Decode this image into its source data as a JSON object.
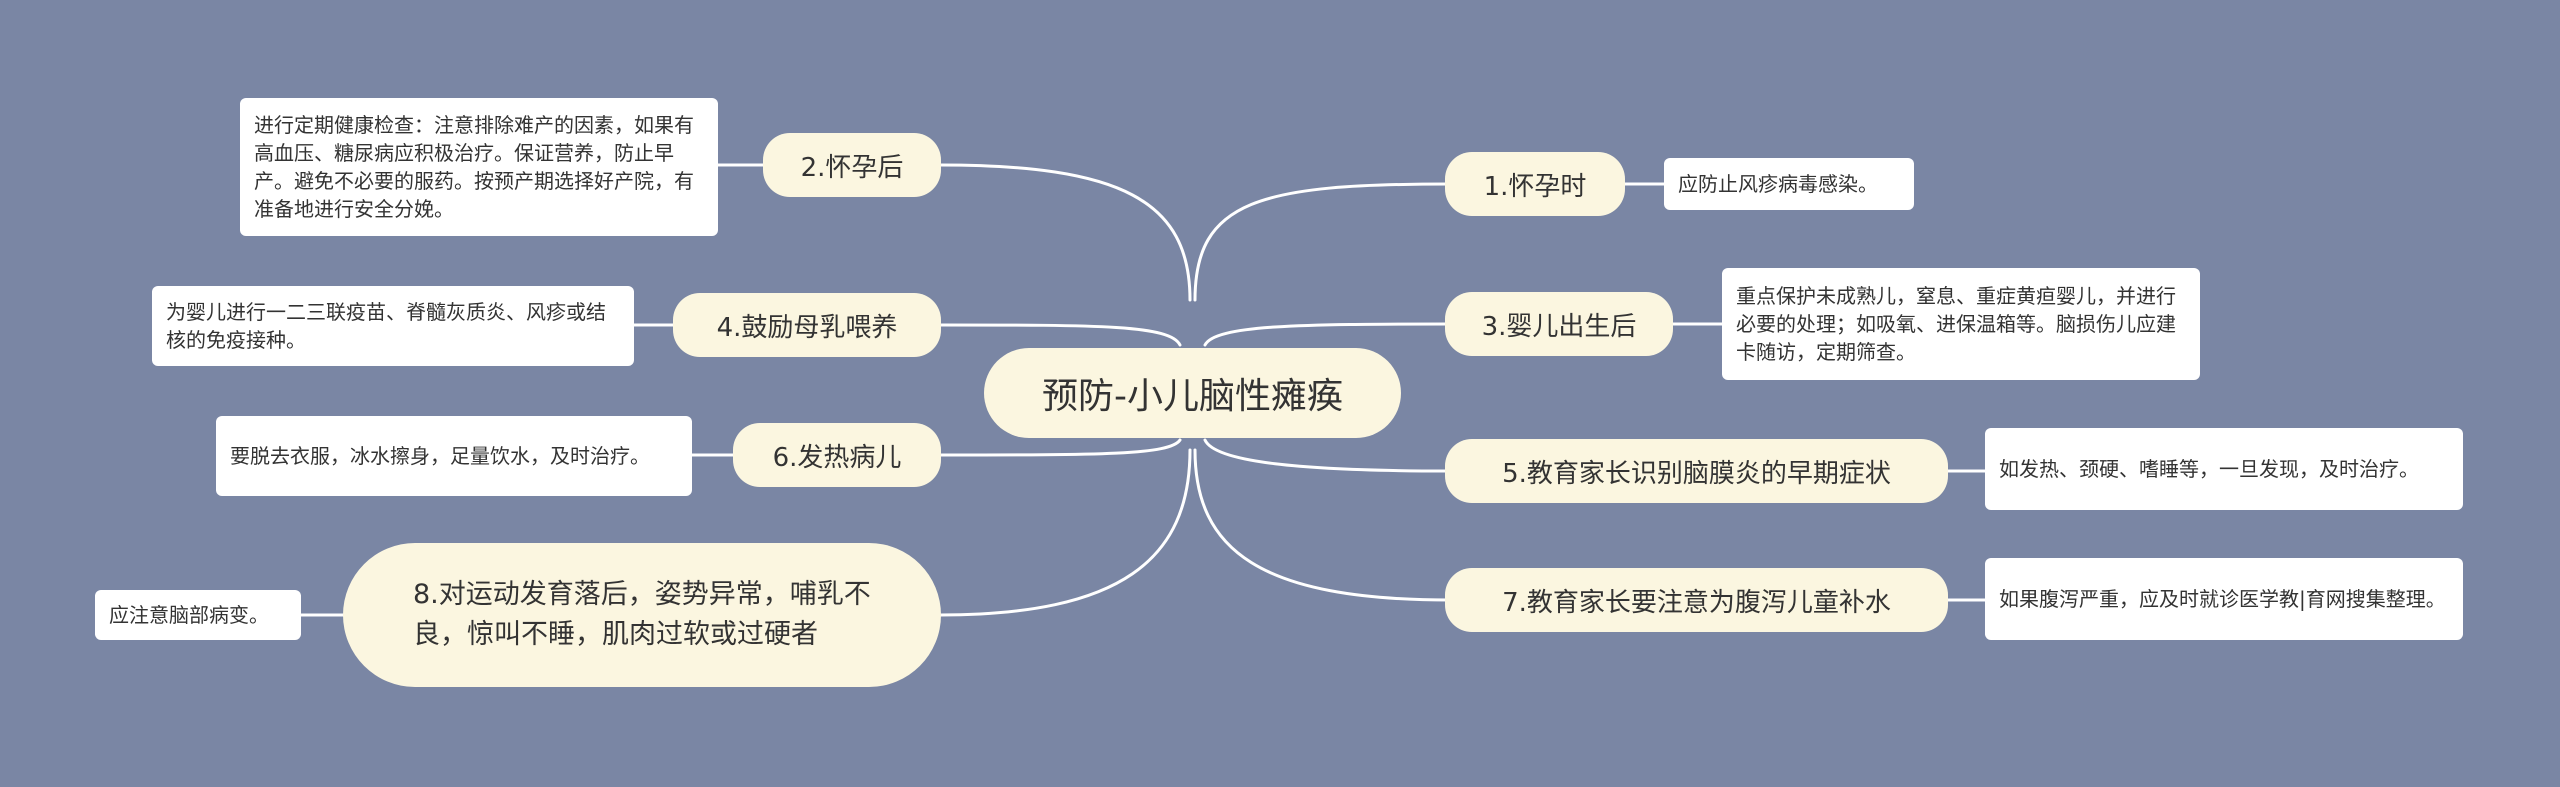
{
  "root": {
    "label": "预防-小儿脑性瘫痪"
  },
  "right": [
    {
      "label": "1.怀孕时",
      "note": "应防止风疹病毒感染。"
    },
    {
      "label": "3.婴儿出生后",
      "note": "重点保护未成熟儿，窒息、重症黄疸婴儿，并进行必要的处理；如吸氧、进保温箱等。脑损伤儿应建卡随访，定期筛查。"
    },
    {
      "label": "5.教育家长识别脑膜炎的早期症状",
      "note": "如发热、颈硬、嗜睡等，一旦发现，及时治疗。"
    },
    {
      "label": "7.教育家长要注意为腹泻儿童补水",
      "note": "如果腹泻严重，应及时就诊医学教|育网搜集整理。"
    }
  ],
  "left": [
    {
      "label": "2.怀孕后",
      "note": "进行定期健康检查：注意排除难产的因素，如果有高血压、糖尿病应积极治疗。保证营养，防止早产。避免不必要的服药。按预产期选择好产院，有准备地进行安全分娩。"
    },
    {
      "label": "4.鼓励母乳喂养",
      "note": "为婴儿进行一二三联疫苗、脊髓灰质炎、风疹或结核的免疫接种。"
    },
    {
      "label": "6.发热病儿",
      "note": "要脱去衣服，冰水擦身，足量饮水，及时治疗。"
    },
    {
      "label": "8.对运动发育落后，姿势异常，哺乳不良，惊叫不睡，肌肉过软或过硬者",
      "note": "应注意脑部病变。"
    }
  ]
}
